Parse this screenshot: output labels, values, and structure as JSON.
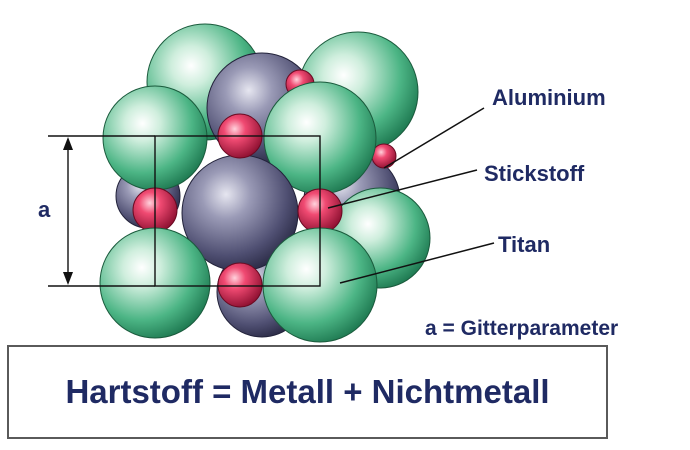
{
  "labels": {
    "aluminium": "Aluminium",
    "stickstoff": "Stickstoff",
    "titan": "Titan",
    "lattice_symbol": "a",
    "lattice_note": "a = Gitterparameter"
  },
  "formula": "Hartstoff = Metall + Nichtmetall",
  "colors": {
    "text": "#1f2a63",
    "titan": "#3fae7e",
    "aluminium": "#55557a",
    "stickstoff": "#d01848",
    "lines": "#111111",
    "box_border": "#5a5a5a"
  }
}
